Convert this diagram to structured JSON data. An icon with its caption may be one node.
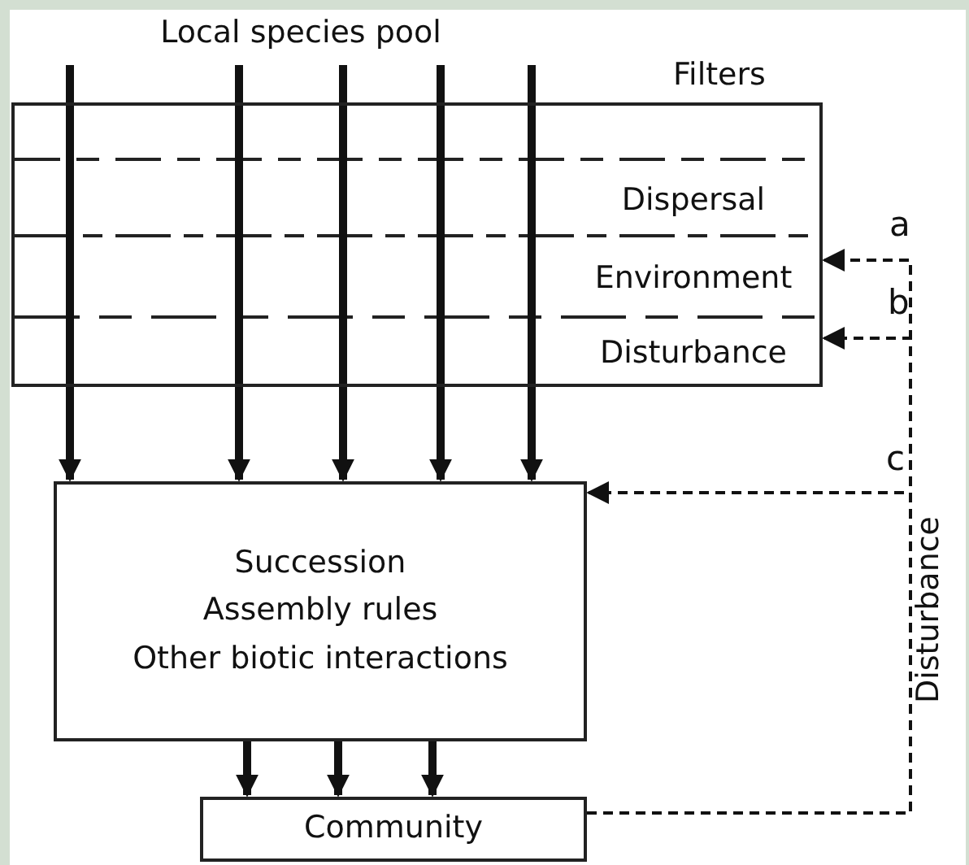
{
  "diagram": {
    "nodes": [
      {
        "text": [
          "Local species pool"
        ]
      },
      {
        "text": [
          "Filters"
        ]
      },
      {
        "text": [
          "Dispersal"
        ],
        "in": 1
      },
      {
        "text": [
          "Environment"
        ],
        "in": 1
      },
      {
        "text": [
          "Disturbance"
        ],
        "in": 1
      },
      {
        "text": [
          "Succession",
          "Assembly rules",
          "Other biotic interactions"
        ]
      },
      {
        "text": [
          "Community"
        ]
      }
    ],
    "edges": [
      {
        "from": 0,
        "to": 5,
        "arrow": "to"
      },
      {
        "from": 0,
        "to": 5,
        "arrow": "to"
      },
      {
        "from": 0,
        "to": 5,
        "arrow": "to"
      },
      {
        "from": 0,
        "to": 5,
        "arrow": "to"
      },
      {
        "from": 0,
        "to": 5,
        "arrow": "to"
      },
      {
        "from": 5,
        "to": 6,
        "arrow": "to"
      },
      {
        "from": 5,
        "to": 6,
        "arrow": "to"
      },
      {
        "from": 5,
        "to": 6,
        "arrow": "to"
      },
      {
        "from": 6,
        "to": 3,
        "arrow": "to",
        "label": "a",
        "style": "dashed"
      },
      {
        "from": 6,
        "to": 4,
        "arrow": "to",
        "label": "b",
        "style": "dashed"
      },
      {
        "from": 6,
        "to": 5,
        "arrow": "to",
        "label": "c",
        "style": "dashed"
      }
    ],
    "labels": [
      "Disturbance"
    ]
  }
}
